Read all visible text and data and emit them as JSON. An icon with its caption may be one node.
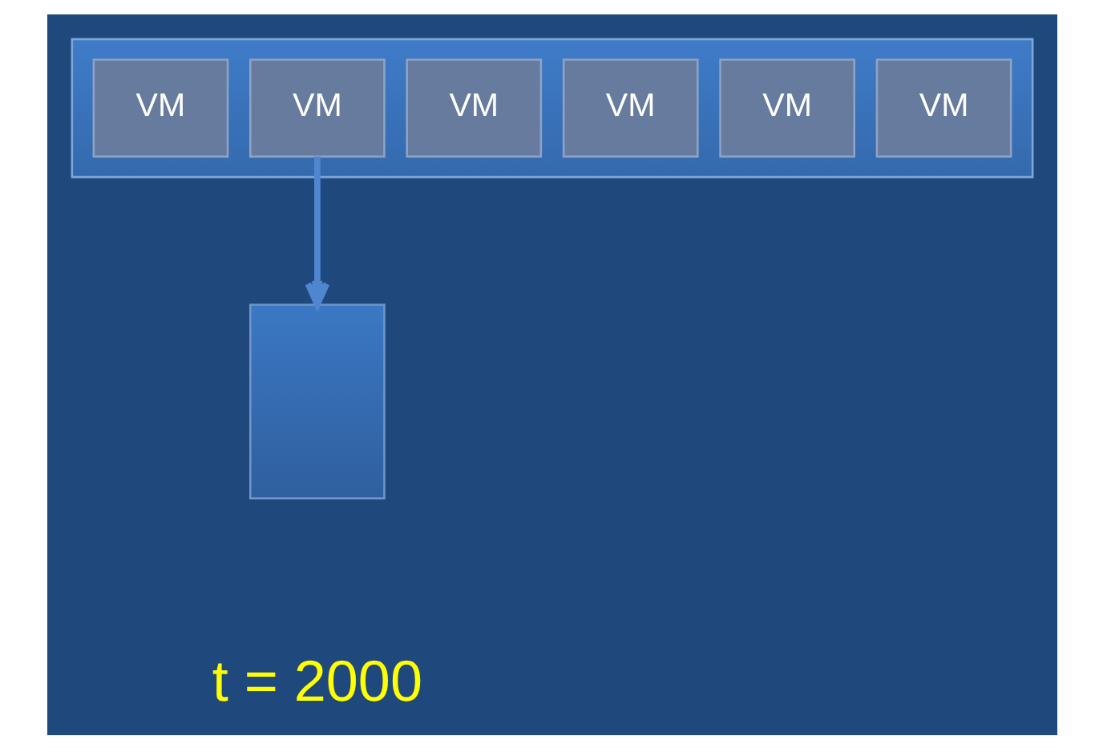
{
  "diagram": {
    "nodes": [
      {
        "text": [],
        "shape": "box"
      },
      {
        "text": [
          "VM"
        ],
        "in": 0
      },
      {
        "text": [
          "VM"
        ],
        "in": 0
      },
      {
        "text": [
          "VM"
        ],
        "in": 0
      },
      {
        "text": [
          "VM"
        ],
        "in": 0
      },
      {
        "text": [
          "VM"
        ],
        "in": 0
      },
      {
        "text": [
          "VM"
        ],
        "in": 0
      },
      {
        "text": [],
        "shape": "box"
      }
    ],
    "edges": [
      {
        "from": 2,
        "to": 7,
        "arrow": "to"
      }
    ],
    "labels": [
      "t = 2000"
    ]
  }
}
